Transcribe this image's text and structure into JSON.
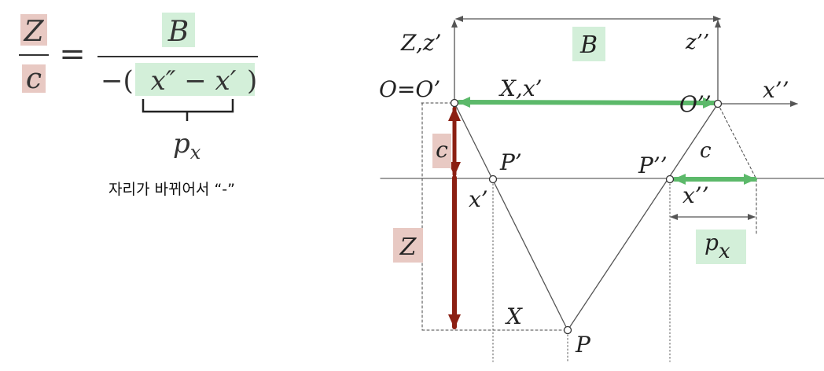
{
  "colors": {
    "pink_bg": "#e8c9c3",
    "green_bg": "#d3efd9",
    "green_arrow": "#5cb96a",
    "red_arrow": "#8b1f12",
    "line": "#666666"
  },
  "formula": {
    "num_left": "Z",
    "den_left": "c",
    "equals": "=",
    "num_right": "B",
    "den_minus": "−(",
    "den_term": "x″ − x′",
    "den_close": ")",
    "brace_label_base": "p",
    "brace_label_sub": "x"
  },
  "caption": "자리가 바뀌어서 “-”",
  "diagram": {
    "label_Zz": "Z,z’",
    "label_z2": "z’’",
    "label_B": "B",
    "label_O": "O=O’",
    "label_Xx": "X,x’",
    "label_O2": "O’’",
    "label_x2_axis": "x’’",
    "label_c_red": "c",
    "label_P1": "P’",
    "label_P2": "P’’",
    "label_c_right": "c",
    "label_x1": "x’",
    "label_x2_lower": "x’’",
    "label_px_base": "p",
    "label_px_sub": "x",
    "label_Z_red": "Z",
    "label_X": "X",
    "label_P": "P"
  }
}
